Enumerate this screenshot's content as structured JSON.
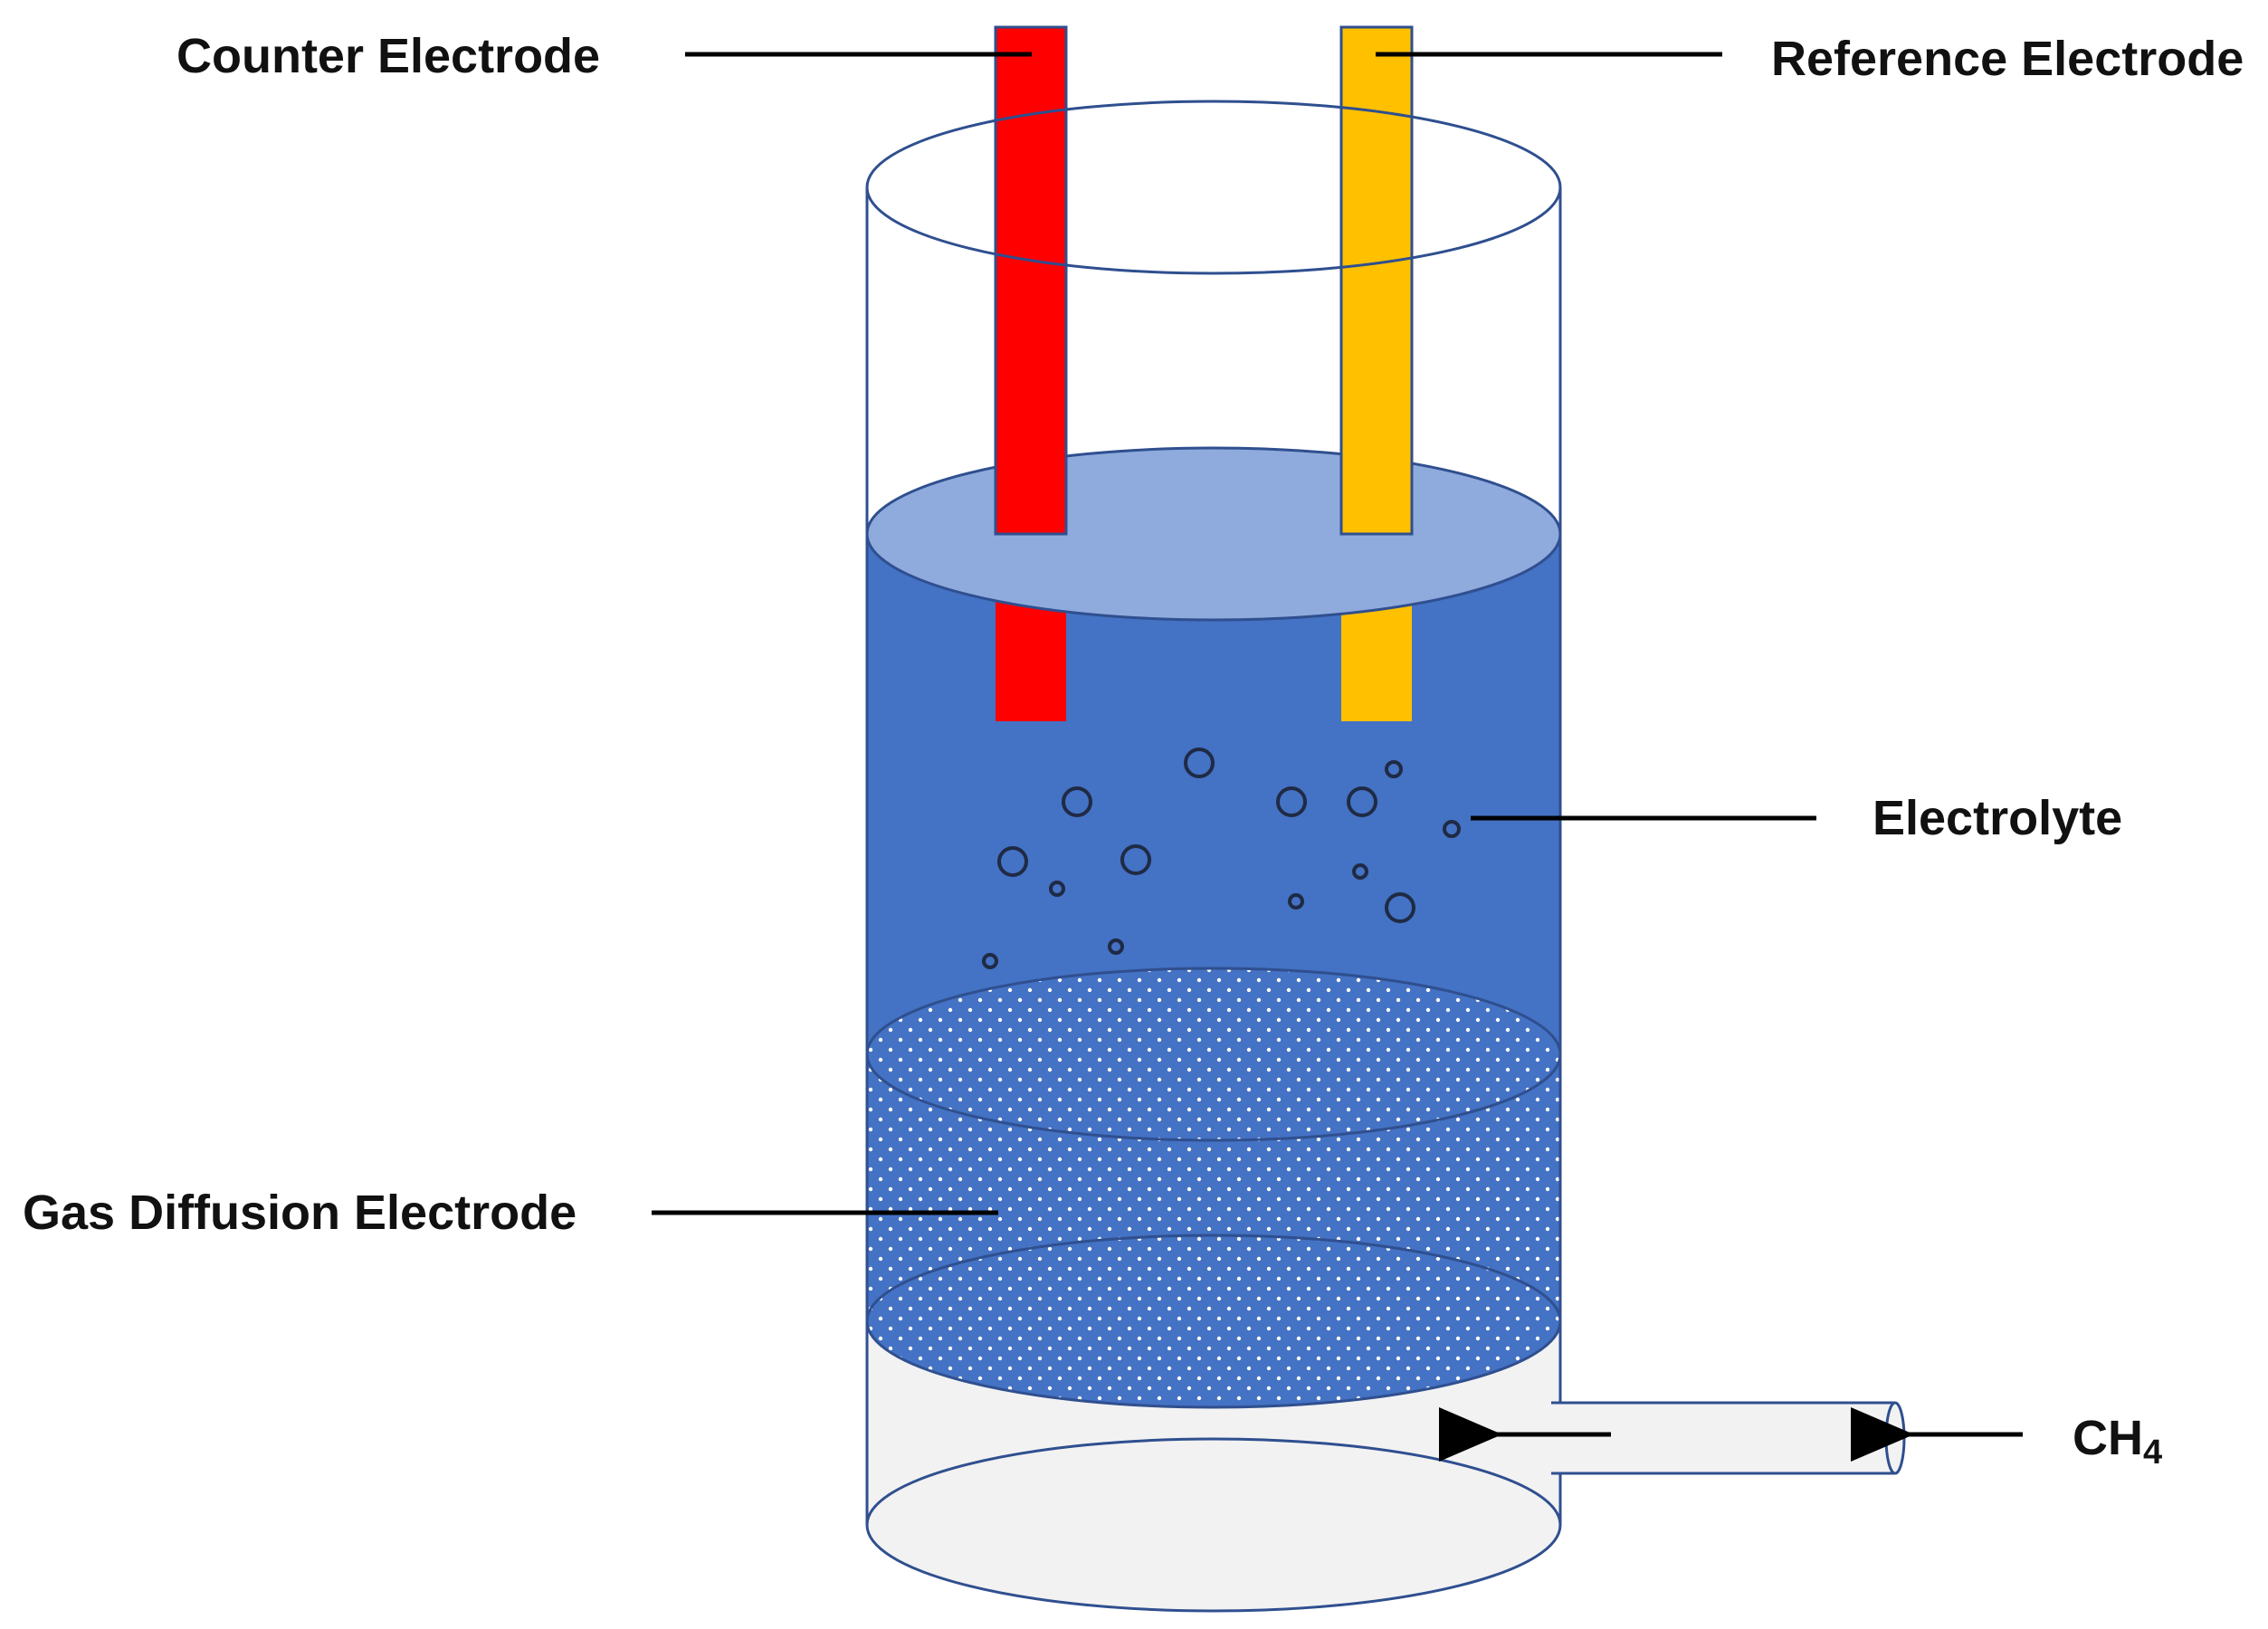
{
  "labels": {
    "counter": "Counter Electrode",
    "reference": "Reference Electrode",
    "electrolyte": "Electrolyte",
    "gde": "Gas Diffusion Electrode",
    "gas_main": "CH",
    "gas_sub": "4"
  },
  "colors": {
    "counter_electrode": "#ff0000",
    "reference_electrode": "#ffc000",
    "electrolyte": "#4472c4",
    "electrolyte_surface": "#8faadc",
    "gde_dots": "#ffffff",
    "vessel_outline": "#2f4f8f",
    "gas_chamber": "#f2f2f2",
    "leader_line": "#000000"
  }
}
